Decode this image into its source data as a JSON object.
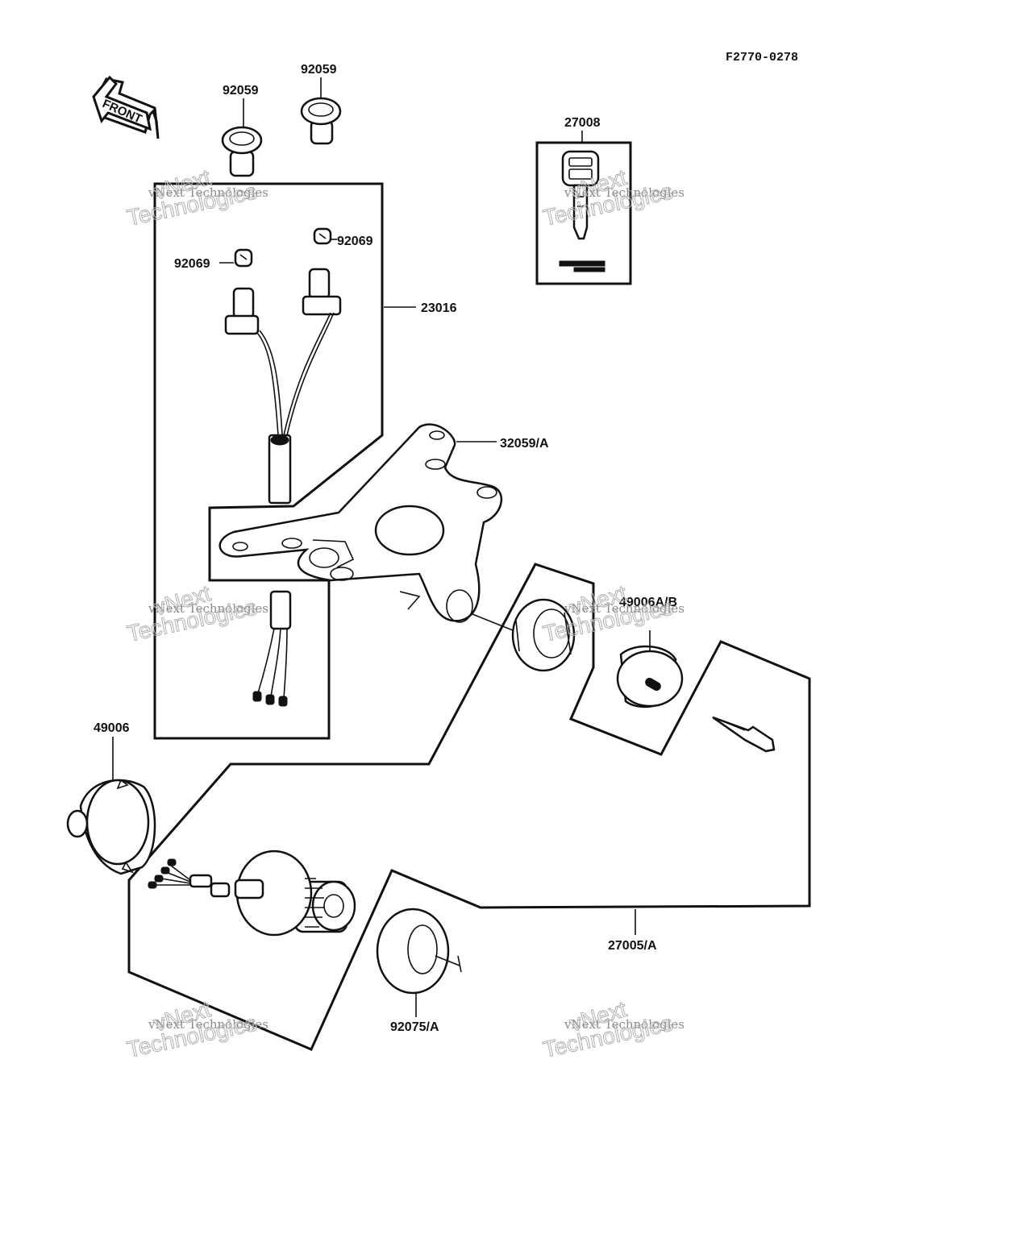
{
  "reference_code": "F2770-0278",
  "front_indicator": {
    "label": "FRONT"
  },
  "callouts": {
    "c92059_left": "92059",
    "c92059_right": "92059",
    "c27008": "27008",
    "c92069_right": "92069",
    "c92069_left": "92069",
    "c23016": "23016",
    "c32059A": "32059/A",
    "c49006AB": "49006A/B",
    "c49006": "49006",
    "c27005A": "27005/A",
    "c92075A": "92075/A"
  },
  "watermarks": [
    {
      "line1": "vNext Technologies",
      "line2": "Technologies",
      "line3": "vNext"
    },
    {
      "line1": "vNext Technologies",
      "line2": "Technologies",
      "line3": "vNext"
    },
    {
      "line1": "vNext Technologies",
      "line2": "Technologies",
      "line3": "vNext"
    },
    {
      "line1": "vNext Technologies",
      "line2": "Technologies",
      "line3": "vNext"
    },
    {
      "line1": "vNext Technologies",
      "line2": "Technologies",
      "line3": "vNext"
    },
    {
      "line1": "vNext Technologies",
      "line2": "Technologies",
      "line3": "vNext"
    }
  ]
}
